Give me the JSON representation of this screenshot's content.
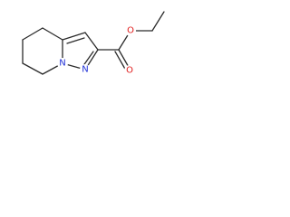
{
  "molecule": {
    "atoms": [
      {
        "id": "N1",
        "label": "N",
        "color": "#1f2fd6"
      },
      {
        "id": "N2",
        "label": "N",
        "color": "#1f2fd6"
      },
      {
        "id": "O1",
        "label": "O",
        "color": "#e01b1b"
      },
      {
        "id": "O2",
        "label": "O",
        "color": "#e01b1b"
      }
    ]
  }
}
